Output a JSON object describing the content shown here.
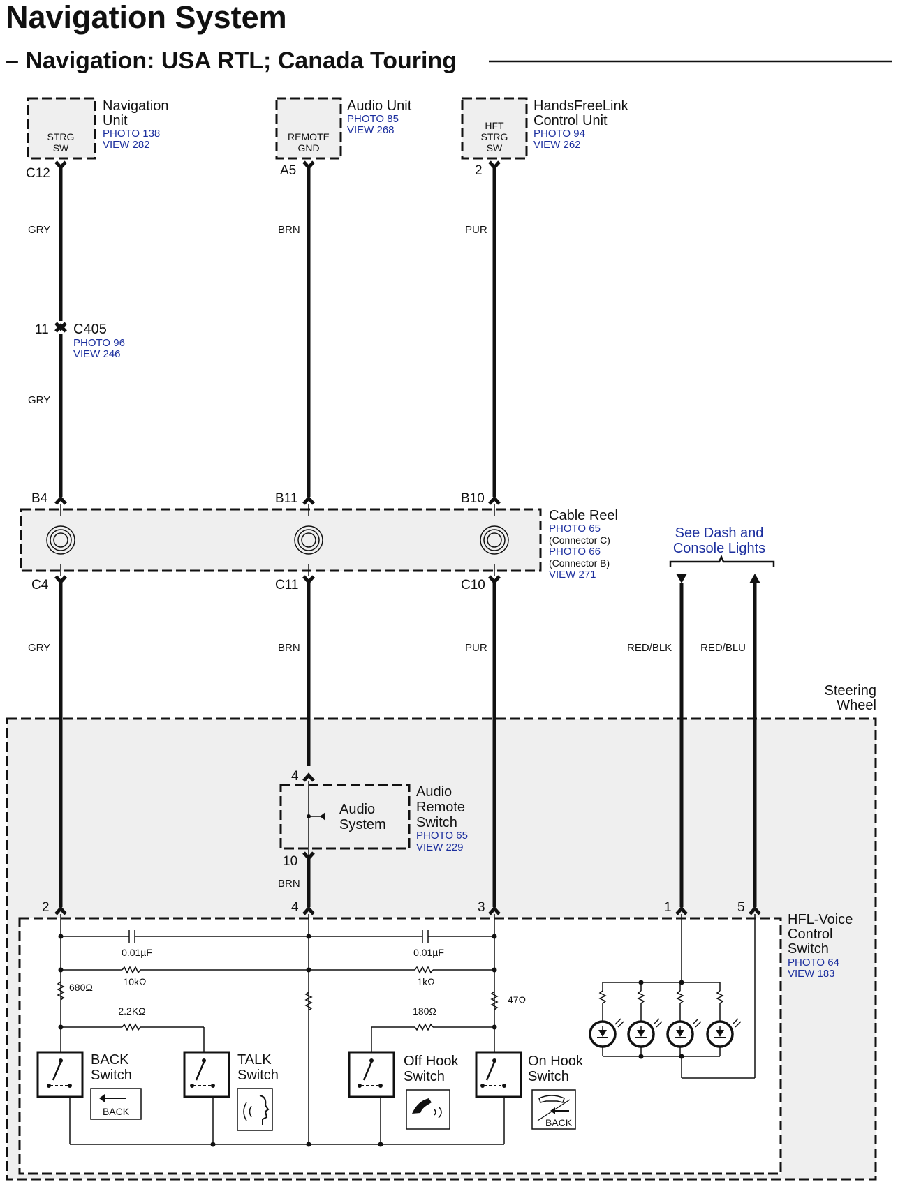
{
  "header": {
    "title": "Navigation System",
    "subtitle": "– Navigation: USA RTL; Canada Touring"
  },
  "components": {
    "navigation_unit": {
      "name_1": "Navigation",
      "name_2": "Unit",
      "photo": "PHOTO 138",
      "view": "VIEW 282",
      "box_1": "STRG",
      "box_2": "SW",
      "pin": "C12"
    },
    "audio_unit": {
      "name": "Audio Unit",
      "photo": "PHOTO 85",
      "view": "VIEW 268",
      "box_1": "REMOTE",
      "box_2": "GND",
      "pin": "A5"
    },
    "hfl_control_unit": {
      "name_1": "HandsFreeLink",
      "name_2": "Control Unit",
      "photo": "PHOTO 94",
      "view": "VIEW 262",
      "box_1": "HFT",
      "box_2": "STRG",
      "box_3": "SW",
      "pin": "2"
    },
    "c405": {
      "pin": "11",
      "name": "C405",
      "photo": "PHOTO 96",
      "view": "VIEW 246"
    },
    "cable_reel": {
      "name": "Cable Reel",
      "photo_c": "PHOTO 65",
      "note_c": "(Connector C)",
      "photo_b": "PHOTO 66",
      "note_b": "(Connector B)",
      "view": "VIEW 271",
      "top_pins": [
        "B4",
        "B11",
        "B10"
      ],
      "bottom_pins": [
        "C4",
        "C11",
        "C10"
      ]
    },
    "dash_lights": {
      "line_1": "See Dash and",
      "line_2": "Console Lights"
    },
    "steering_wheel": {
      "line_1": "Steering",
      "line_2": "Wheel"
    },
    "audio_remote_switch": {
      "pin_top": "4",
      "pin_bottom": "10",
      "inner_1": "Audio",
      "inner_2": "System",
      "name_1": "Audio",
      "name_2": "Remote",
      "name_3": "Switch",
      "photo": "PHOTO 65",
      "view": "VIEW 229"
    },
    "hfl_voice_switch": {
      "name_1": "HFL-Voice",
      "name_2": "Control",
      "name_3": "Switch",
      "photo": "PHOTO 64",
      "view": "VIEW 183",
      "pins": [
        "2",
        "4",
        "3",
        "1",
        "5"
      ]
    }
  },
  "wires": {
    "nav_upper": "GRY",
    "nav_mid": "GRY",
    "nav_lower": "GRY",
    "audio_upper": "BRN",
    "audio_lower": "BRN",
    "audio_switch": "BRN",
    "hfl_upper": "PUR",
    "hfl_lower": "PUR",
    "light_1": "RED/BLK",
    "light_2": "RED/BLU"
  },
  "parts": {
    "cap_left": "0.01µF",
    "cap_right": "0.01µF",
    "res_10k": "10kΩ",
    "res_1k": "1kΩ",
    "res_680": "680Ω",
    "res_2k2": "2.2KΩ",
    "res_180": "180Ω",
    "res_47": "47Ω"
  },
  "switches": {
    "back": {
      "name_1": "BACK",
      "name_2": "Switch",
      "icon_label": "BACK"
    },
    "talk": {
      "name_1": "TALK",
      "name_2": "Switch"
    },
    "off_hook": {
      "name_1": "Off Hook",
      "name_2": "Switch"
    },
    "on_hook": {
      "name_1": "On Hook",
      "name_2": "Switch",
      "icon_label": "BACK"
    }
  },
  "colors": {
    "link_blue": "#1c2f9e",
    "enclosure_gray": "#efefef",
    "line": "#111111"
  }
}
